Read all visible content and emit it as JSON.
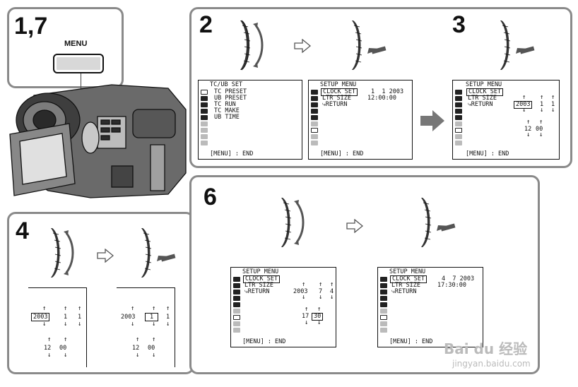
{
  "steps": {
    "s17": "1,7",
    "s2": "2",
    "s3": "3",
    "s4": "4",
    "s6": "6"
  },
  "menu_button_label": "MENU",
  "screens": {
    "tcub": {
      "title": "TC/UB SET",
      "items": [
        "TC PRESET",
        "UB PRESET",
        "TC RUN",
        "TC MAKE",
        "UB TIME"
      ],
      "footer": "[MENU] : END"
    },
    "setup2": {
      "title": "SETUP MENU",
      "items": [
        "CLOCK SET",
        "LTR SIZE",
        "⤷RETURN"
      ],
      "date": "1  1 2003",
      "time": "12:00:00",
      "footer": "[MENU] : END"
    },
    "setup3": {
      "title": "SETUP MENU",
      "items": [
        "CLOCK SET",
        "LTR SIZE",
        "⤷RETURN"
      ],
      "year": "2003",
      "month": "1",
      "day": "1",
      "hour": "12",
      "minute": "00",
      "footer": "[MENU] : END"
    },
    "step4a": {
      "year": "2003",
      "month": "1",
      "day": "1",
      "hour": "12",
      "minute": "00"
    },
    "step4b": {
      "year": "2003",
      "month": "1",
      "day": "1",
      "hour": "12",
      "minute": "00"
    },
    "setup6a": {
      "title": "SETUP MENU",
      "items": [
        "CLOCK SET",
        "LTR SIZE",
        "⤷RETURN"
      ],
      "year": "2003",
      "month": "7",
      "day": "4",
      "hour": "17",
      "minute": "30",
      "footer": "[MENU] : END"
    },
    "setup6b": {
      "title": "SETUP MENU",
      "items": [
        "CLOCK SET",
        "LTR SIZE",
        "⤷RETURN"
      ],
      "date": "4  7 2003",
      "time": "17:30:00",
      "footer": "[MENU] : END"
    }
  },
  "watermark": {
    "brand": "Bai du 经验",
    "url": "jingyan.baidu.com"
  }
}
